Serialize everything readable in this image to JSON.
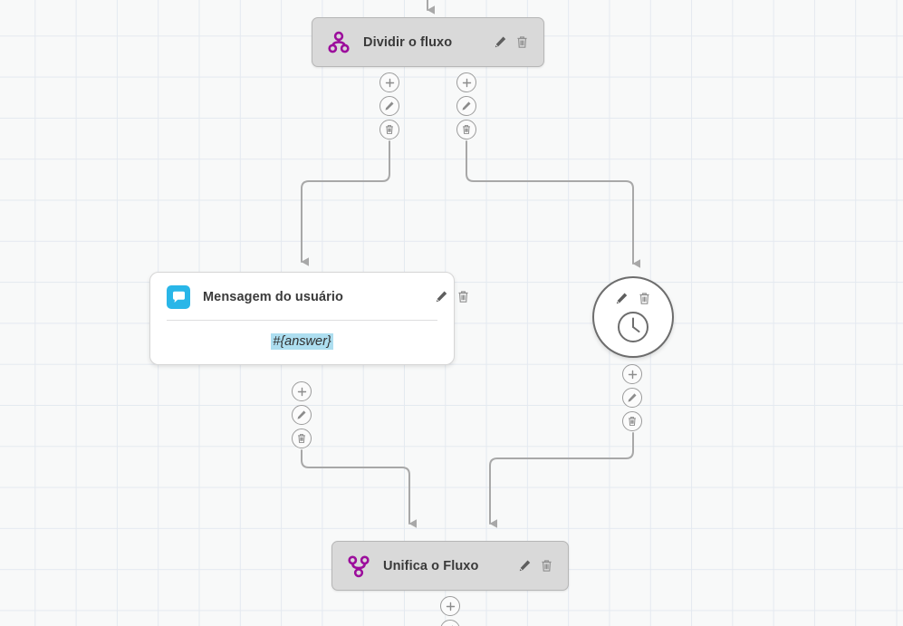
{
  "canvas": {
    "background_color": "#f8f9f9",
    "grid_color": "#e4e9f0",
    "edge_color": "#a8a8a8"
  },
  "nodes": {
    "split": {
      "title": "Dividir o fluxo",
      "icon": "split-flow-icon",
      "icon_color": "#9c0e9c",
      "edit_label": "Editar",
      "delete_label": "Excluir"
    },
    "user_message": {
      "title": "Mensagem do usuário",
      "icon": "chat-bubble-icon",
      "icon_color": "#29b6e8",
      "variable": "#{answer}",
      "variable_highlight_color": "#addef0",
      "edit_label": "Editar",
      "delete_label": "Excluir"
    },
    "delay": {
      "icon": "clock-icon",
      "edit_label": "Editar",
      "delete_label": "Excluir"
    },
    "merge": {
      "title": "Unifica o Fluxo",
      "icon": "merge-flow-icon",
      "icon_color": "#9c0e9c",
      "edit_label": "Editar",
      "delete_label": "Excluir"
    }
  },
  "connectors": {
    "add_label": "Adicionar",
    "edit_label": "Editar",
    "delete_label": "Excluir"
  }
}
